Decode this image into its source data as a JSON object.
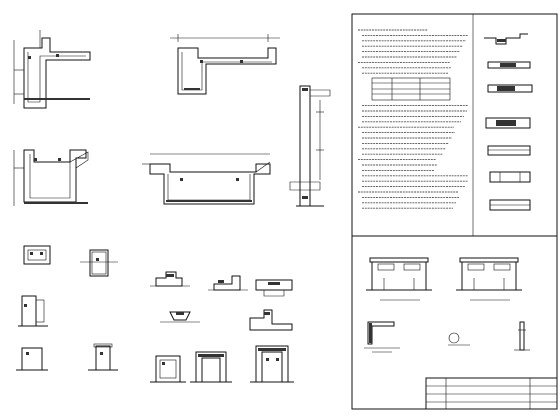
{
  "sheet": {
    "title_block": {
      "project_label": "",
      "drawing_label": "",
      "sheet_no": ""
    }
  },
  "details": [
    {
      "id": "d1",
      "caption": "",
      "scale": ""
    },
    {
      "id": "d2",
      "caption": "",
      "scale": ""
    },
    {
      "id": "d3",
      "caption": "",
      "scale": ""
    },
    {
      "id": "d4",
      "caption": "",
      "scale": ""
    },
    {
      "id": "d5",
      "caption": "",
      "scale": ""
    },
    {
      "id": "d6",
      "caption": "",
      "scale": ""
    },
    {
      "id": "d7",
      "caption": "",
      "scale": ""
    },
    {
      "id": "d8",
      "caption": "",
      "scale": ""
    },
    {
      "id": "d9",
      "caption": "",
      "scale": ""
    },
    {
      "id": "d10",
      "caption": "",
      "scale": ""
    },
    {
      "id": "d11",
      "caption": "",
      "scale": ""
    },
    {
      "id": "d12",
      "caption": "",
      "scale": ""
    },
    {
      "id": "d13",
      "caption": "",
      "scale": ""
    },
    {
      "id": "d14",
      "caption": "",
      "scale": ""
    },
    {
      "id": "d15",
      "caption": "",
      "scale": ""
    },
    {
      "id": "d16",
      "caption": "",
      "scale": ""
    },
    {
      "id": "d17",
      "caption": "",
      "scale": ""
    },
    {
      "id": "d18",
      "caption": "",
      "scale": ""
    }
  ],
  "notes": {
    "heading": "",
    "lines": []
  },
  "colors": {
    "line": "#111111",
    "paper": "#ffffff"
  }
}
